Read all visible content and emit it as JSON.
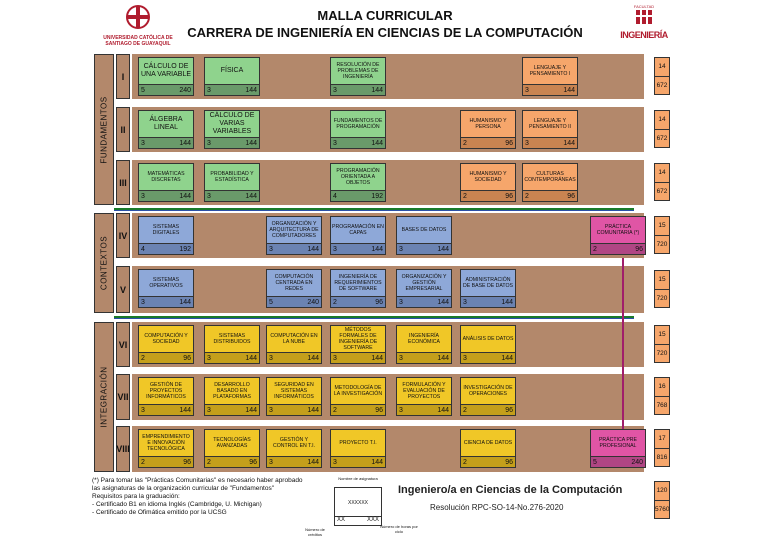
{
  "header": {
    "title1": "MALLA CURRICULAR",
    "title2": "CARRERA DE INGENIERÍA EN CIENCIAS DE LA COMPUTACIÓN",
    "left_logo": "UNIVERSIDAD CATÓLICA DE SANTIAGO DE GUAYAQUIL",
    "right_logo_small": "FACULTAD",
    "right_logo": "INGENIERÍA"
  },
  "groups": [
    "FUNDAMENTOS",
    "CONTEXTOS",
    "INTEGRACIÓN"
  ],
  "semesters": [
    "I",
    "II",
    "III",
    "IV",
    "V",
    "VI",
    "VII",
    "VIII"
  ],
  "courses": [
    {
      "name": "CÁLCULO DE UNA VARIABLE",
      "c": "5",
      "h": "240"
    },
    {
      "name": "FÍSICA",
      "c": "3",
      "h": "144"
    },
    {
      "name": "RESOLUCIÓN DE PROBLEMAS DE INGENIERÍA",
      "c": "3",
      "h": "144"
    },
    {
      "name": "LENGUAJE Y PENSAMIENTO I",
      "c": "3",
      "h": "144"
    },
    {
      "name": "ÁLGEBRA LINEAL",
      "c": "3",
      "h": "144"
    },
    {
      "name": "CÁLCULO DE VARIAS VARIABLES",
      "c": "3",
      "h": "144"
    },
    {
      "name": "FUNDAMENTOS DE PROGRAMACIÓN",
      "c": "3",
      "h": "144"
    },
    {
      "name": "HUMANISMO Y PERSONA",
      "c": "2",
      "h": "96"
    },
    {
      "name": "LENGUAJE Y PENSAMIENTO II",
      "c": "3",
      "h": "144"
    },
    {
      "name": "MATEMÁTICAS DISCRETAS",
      "c": "3",
      "h": "144"
    },
    {
      "name": "PROBABILIDAD Y ESTADÍSTICA",
      "c": "3",
      "h": "144"
    },
    {
      "name": "PROGRAMACIÓN ORIENTADA A OBJETOS",
      "c": "4",
      "h": "192"
    },
    {
      "name": "HUMANISMO Y SOCIEDAD",
      "c": "2",
      "h": "96"
    },
    {
      "name": "CULTURAS CONTEMPORÁNEAS",
      "c": "2",
      "h": "96"
    },
    {
      "name": "SISTEMAS DIGITALES",
      "c": "4",
      "h": "192"
    },
    {
      "name": "ORGANIZACIÓN Y ARQUITECTURA DE COMPUTADORES",
      "c": "3",
      "h": "144"
    },
    {
      "name": "PROGRAMACIÓN EN CAPAS",
      "c": "3",
      "h": "144"
    },
    {
      "name": "BASES DE DATOS",
      "c": "3",
      "h": "144"
    },
    {
      "name": "PRÁCTICA COMUNITARIA (*)",
      "c": "2",
      "h": "96"
    },
    {
      "name": "SISTEMAS OPERATIVOS",
      "c": "3",
      "h": "144"
    },
    {
      "name": "COMPUTACIÓN CENTRADA EN REDES",
      "c": "5",
      "h": "240"
    },
    {
      "name": "INGENIERÍA DE REQUERIMIENTOS DE SOFTWARE",
      "c": "2",
      "h": "96"
    },
    {
      "name": "ORGANIZACIÓN Y GESTIÓN EMPRESARIAL",
      "c": "3",
      "h": "144"
    },
    {
      "name": "ADMINISTRACIÓN DE BASE DE DATOS",
      "c": "3",
      "h": "144"
    },
    {
      "name": "COMPUTACIÓN Y SOCIEDAD",
      "c": "2",
      "h": "96"
    },
    {
      "name": "SISTEMAS DISTRIBUIDOS",
      "c": "3",
      "h": "144"
    },
    {
      "name": "COMPUTACIÓN EN LA NUBE",
      "c": "3",
      "h": "144"
    },
    {
      "name": "MÉTODOS FORMALES DE INGENIERÍA DE SOFTWARE",
      "c": "3",
      "h": "144"
    },
    {
      "name": "INGENIERÍA ECONÓMICA",
      "c": "3",
      "h": "144"
    },
    {
      "name": "ANÁLISIS DE DATOS",
      "c": "3",
      "h": "144"
    },
    {
      "name": "GESTIÓN DE PROYECTOS INFORMÁTICOS",
      "c": "3",
      "h": "144"
    },
    {
      "name": "DESARROLLO BASADO EN PLATAFORMAS",
      "c": "3",
      "h": "144"
    },
    {
      "name": "SEGURIDAD EN SISTEMAS INFORMÁTICOS",
      "c": "3",
      "h": "144"
    },
    {
      "name": "METODOLOGÍA DE LA INVESTIGACIÓN",
      "c": "2",
      "h": "96"
    },
    {
      "name": "FORMULACIÓN Y EVALUACIÓN DE PROYECTOS",
      "c": "3",
      "h": "144"
    },
    {
      "name": "INVESTIGACIÓN DE OPERACIONES",
      "c": "2",
      "h": "96"
    },
    {
      "name": "EMPRENDIMIENTO E INNOVACIÓN TECNOLÓGICA",
      "c": "2",
      "h": "96"
    },
    {
      "name": "TECNOLOGÍAS AVANZADAS",
      "c": "2",
      "h": "96"
    },
    {
      "name": "GESTIÓN Y CONTROL EN T.I.",
      "c": "3",
      "h": "144"
    },
    {
      "name": "PROYECTO T.I.",
      "c": "3",
      "h": "144"
    },
    {
      "name": "CIENCIA DE DATOS",
      "c": "2",
      "h": "96"
    },
    {
      "name": "PRÁCTICA PRE PROFESIONAL",
      "c": "5",
      "h": "240"
    }
  ],
  "credits": [
    {
      "c": "14",
      "h": "672"
    },
    {
      "c": "14",
      "h": "672"
    },
    {
      "c": "14",
      "h": "672"
    },
    {
      "c": "15",
      "h": "720"
    },
    {
      "c": "15",
      "h": "720"
    },
    {
      "c": "15",
      "h": "720"
    },
    {
      "c": "16",
      "h": "768"
    },
    {
      "c": "17",
      "h": "816"
    }
  ],
  "totals": {
    "c": "120",
    "h": "5760"
  },
  "notes": [
    "(*) Para tomar las \"Prácticas Comunitarias\" es necesario haber aprobado",
    "las asignaturas de la organización curricular de \"Fundamentos\"",
    "Requisitos para la graduación:",
    "- Certificado B1 en idioma Inglés (Cambridge, U. Michigan)",
    "- Certificado de Ofimática emitido por la UCSG"
  ],
  "legend": {
    "name_label": "Nombre de asignatura",
    "code": "XXXXXX",
    "cred_value": "XX",
    "hours_value": "XXX",
    "cred_label": "Número de créditos",
    "hours_label": "Número de horas por ciclo"
  },
  "footer": {
    "career": "Ingeniero/a en Ciencias de la Computación",
    "resolution": "Resolución RPC-SO-14-No.276-2020"
  },
  "colors": {
    "fundamentos": "#8fd38d",
    "humanidades": "#f6a66b",
    "contextos": "#8ea8d8",
    "integracion": "#f0c727",
    "practicas": "#e055a5",
    "bands": "#b3886b"
  }
}
